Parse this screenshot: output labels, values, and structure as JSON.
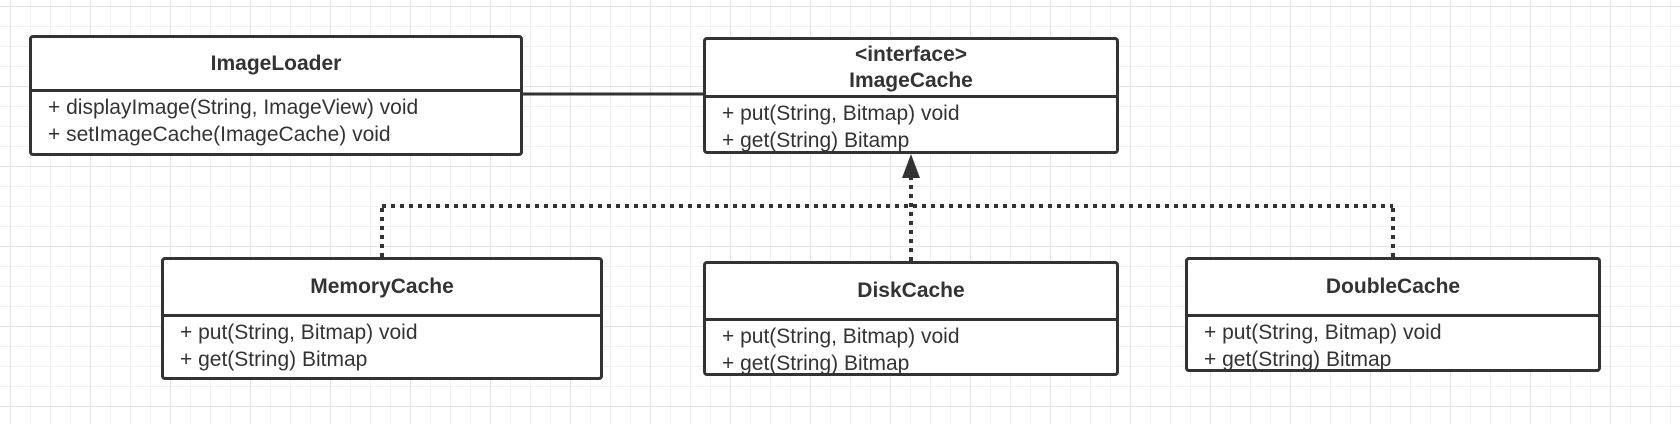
{
  "classes": {
    "image_loader": {
      "name": "ImageLoader",
      "members": [
        "+ displayImage(String, ImageView) void",
        "+ setImageCache(ImageCache) void"
      ]
    },
    "image_cache": {
      "stereotype": "<interface>",
      "name": "ImageCache",
      "members": [
        "+ put(String, Bitmap) void",
        "+ get(String) Bitamp"
      ]
    },
    "memory_cache": {
      "name": "MemoryCache",
      "members": [
        "+ put(String, Bitmap) void",
        "+ get(String) Bitmap"
      ]
    },
    "disk_cache": {
      "name": "DiskCache",
      "members": [
        "+ put(String, Bitmap) void",
        "+ get(String) Bitmap"
      ]
    },
    "double_cache": {
      "name": "DoubleCache",
      "members": [
        "+ put(String, Bitmap) void",
        "+ get(String) Bitmap"
      ]
    }
  },
  "relationships": [
    {
      "type": "association",
      "from": "ImageLoader",
      "to": "ImageCache"
    },
    {
      "type": "realization",
      "from": "MemoryCache",
      "to": "ImageCache"
    },
    {
      "type": "realization",
      "from": "DiskCache",
      "to": "ImageCache"
    },
    {
      "type": "realization",
      "from": "DoubleCache",
      "to": "ImageCache"
    }
  ],
  "colors": {
    "line": "#333333",
    "box_fill": "#ffffff",
    "grid": "#e4e4e4"
  }
}
